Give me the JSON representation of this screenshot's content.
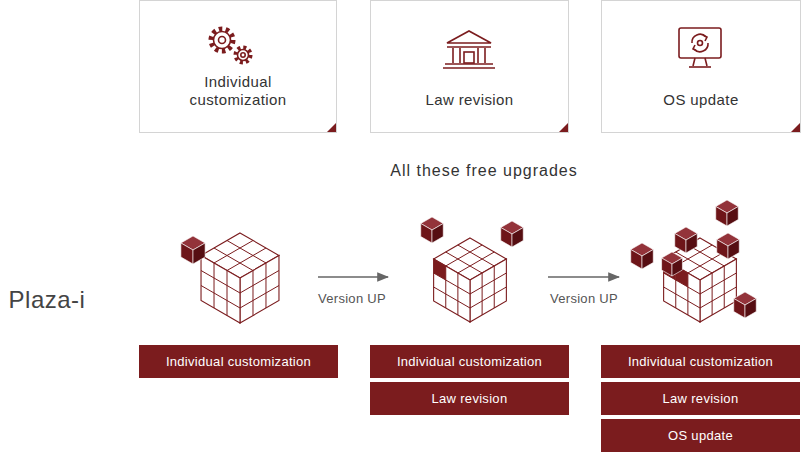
{
  "diagram": {
    "title": "All these free upgrades",
    "nodes": [
      {
        "text": [
          "Individual customization"
        ]
      },
      {
        "text": [
          "Law revision"
        ]
      },
      {
        "text": [
          "OS update"
        ]
      },
      {
        "text": [
          "Individual customization"
        ]
      },
      {
        "text": [
          "Individual customization"
        ]
      },
      {
        "text": [
          "Law revision"
        ]
      },
      {
        "text": [
          "Individual customization"
        ]
      },
      {
        "text": [
          "Law revision"
        ]
      },
      {
        "text": [
          "OS update"
        ]
      }
    ],
    "labels": [
      "Plaza-i",
      "Version UP",
      "Version UP"
    ]
  }
}
